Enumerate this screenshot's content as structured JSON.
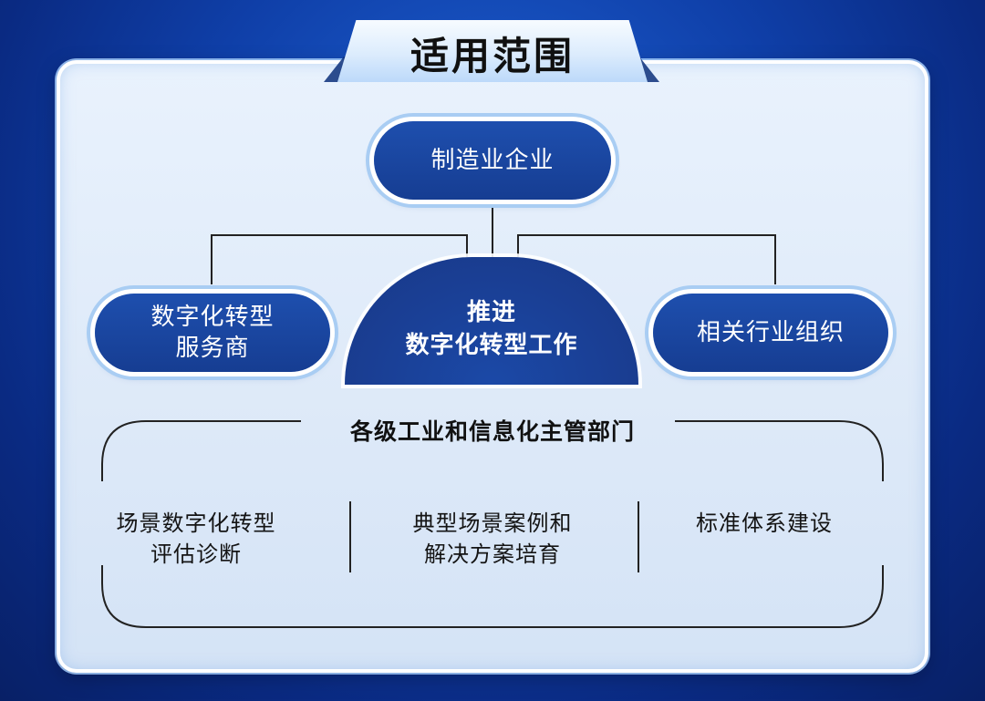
{
  "title": "适用范围",
  "diagram": {
    "top_node": "制造业企业",
    "left_node": "数字化转型\n服务商",
    "right_node": "相关行业组织",
    "center_node": "推进\n数字化转型工作",
    "group": {
      "title": "各级工业和信息化主管部门",
      "items": [
        "场景数字化转型\n评估诊断",
        "典型场景案例和\n解决方案培育",
        "标准体系建设"
      ]
    }
  },
  "colors": {
    "node_fill": "#1a429a",
    "panel_fill": "#e4eefb",
    "background": "#0f3fa8",
    "line": "#222222"
  }
}
